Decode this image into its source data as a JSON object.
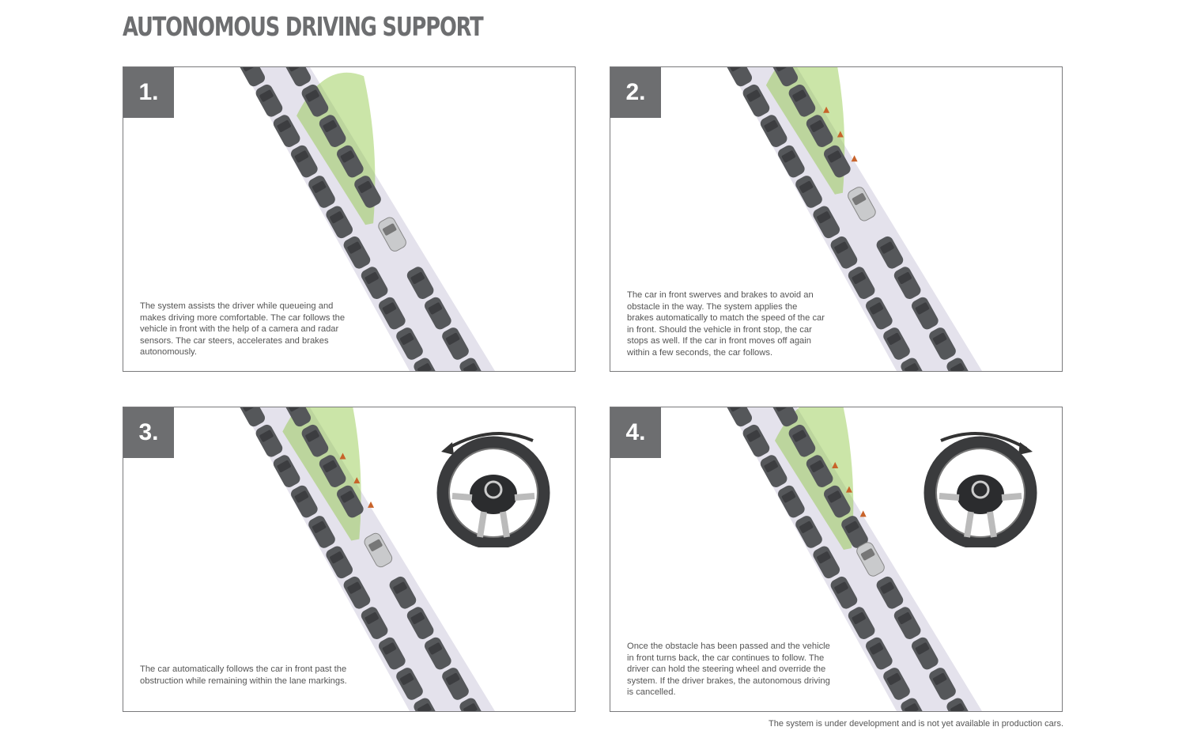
{
  "title": "AUTONOMOUS DRIVING SUPPORT",
  "panels": [
    {
      "number": "1.",
      "text": "The system assists the driver while queueing and makes driving more comfortable. The car follows the vehicle in front with the help of a camera and radar sensors. The car steers, accelerates and brakes autonomously.",
      "steering_icon": false
    },
    {
      "number": "2.",
      "text": "The car in front swerves and brakes to avoid an obstacle in the way. The system applies the brakes automatically to match the speed of the car in front. Should the vehicle in front stop, the car stops as well. If the car in front moves off again within a few seconds, the car follows.",
      "steering_icon": false
    },
    {
      "number": "3.",
      "text": "The car automatically follows the car in front past the obstruction while remaining within the lane markings.",
      "steering_icon": "counterclockwise-arrow"
    },
    {
      "number": "4.",
      "text": "Once the obstacle has been passed and the vehicle in front turns back, the car continues to follow. The driver can hold the steering wheel and override the system. If the driver brakes, the autonomous driving is cancelled.",
      "steering_icon": "clockwise-arrow"
    }
  ],
  "footnote": "The system is under development and is not yet available in production cars.",
  "colors": {
    "badge": "#6d6e70",
    "road": "#e4e2ec",
    "sensor_cone": "#8cc63f",
    "car": "#55575a",
    "ego_car": "#c9cacc"
  }
}
